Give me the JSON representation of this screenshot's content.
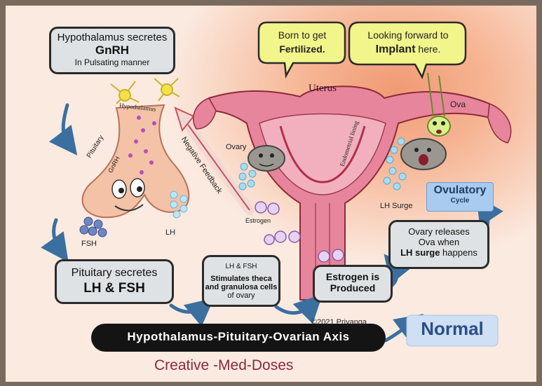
{
  "boxes": {
    "hypothalamus": {
      "line1": "Hypothalamus secretes",
      "line2": "GnRH",
      "line3": "In Pulsating manner"
    },
    "pituitary": {
      "line1": "Pituitary secretes",
      "line2": "LH & FSH"
    },
    "lhfsh": {
      "line1": "LH & FSH",
      "line2": "Stimulates theca",
      "line3": "and granulosa cells",
      "line4": "of ovary"
    },
    "estrogen": {
      "line1": "Estrogen is",
      "line2": "Produced"
    },
    "ovary_releases": {
      "line1": "Ovary releases",
      "line2": "Ova when",
      "line3_bold": "LH surge",
      "line3_rest": " happens"
    },
    "ovulatory": {
      "line1": "Ovulatory",
      "line2": "Cycle"
    }
  },
  "bubbles": {
    "left": {
      "line1": "Born to get",
      "line2": "Fertilized."
    },
    "right": {
      "line1": "Looking forward to",
      "line2_bold": "Implant",
      "line2_rest": " here."
    }
  },
  "labels": {
    "hypothalamus": "Hypothalamus",
    "pituitary": "Pituitary",
    "gnrh": "GnRH",
    "negative_feedback": "Negative Feedback",
    "ovary": "Ovary",
    "estrogen": "Estrogen",
    "uterus": "Uterus",
    "endometrial_lining": "Endometrial lining",
    "ova": "Ova",
    "lh_surge": "LH Surge",
    "fsh": "FSH",
    "lh": "LH",
    "copyright": "©2021 Priyanga"
  },
  "banner": {
    "title": "Hypothalamus-Pituitary-Ovarian Axis",
    "normal": "Normal"
  },
  "brand": "Creative -Med-Doses",
  "colors": {
    "box_fill": "#dfe2e4",
    "bubble": "#f2f58a",
    "pink": "#e7859c",
    "navy": "#2a4f86",
    "maroon": "#8b2a3a"
  }
}
